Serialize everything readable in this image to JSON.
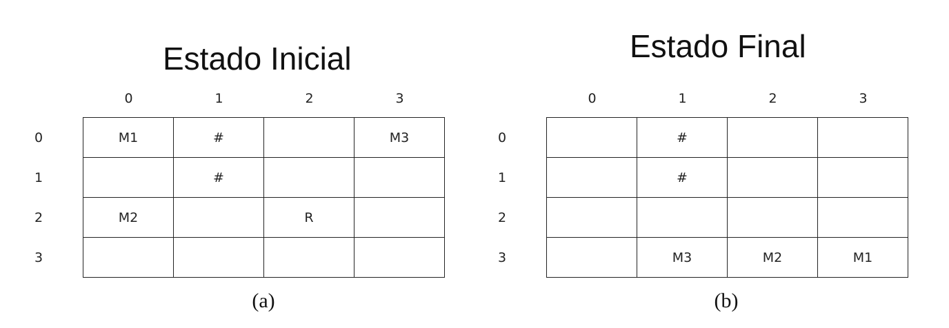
{
  "panels": [
    {
      "title": "Estado Inicial",
      "caption": "(a)",
      "col_labels": [
        "0",
        "1",
        "2",
        "3"
      ],
      "row_labels": [
        "0",
        "1",
        "2",
        "3"
      ],
      "cells": [
        [
          "M1",
          "#",
          "",
          "M3"
        ],
        [
          "",
          "#",
          "",
          ""
        ],
        [
          "M2",
          "",
          "R",
          ""
        ],
        [
          "",
          "",
          "",
          ""
        ]
      ]
    },
    {
      "title": "Estado Final",
      "caption": "(b)",
      "col_labels": [
        "0",
        "1",
        "2",
        "3"
      ],
      "row_labels": [
        "0",
        "1",
        "2",
        "3"
      ],
      "cells": [
        [
          "",
          "#",
          "",
          ""
        ],
        [
          "",
          "#",
          "",
          ""
        ],
        [
          "",
          "",
          "",
          ""
        ],
        [
          "",
          "M3",
          "M2",
          "M1"
        ]
      ]
    }
  ]
}
